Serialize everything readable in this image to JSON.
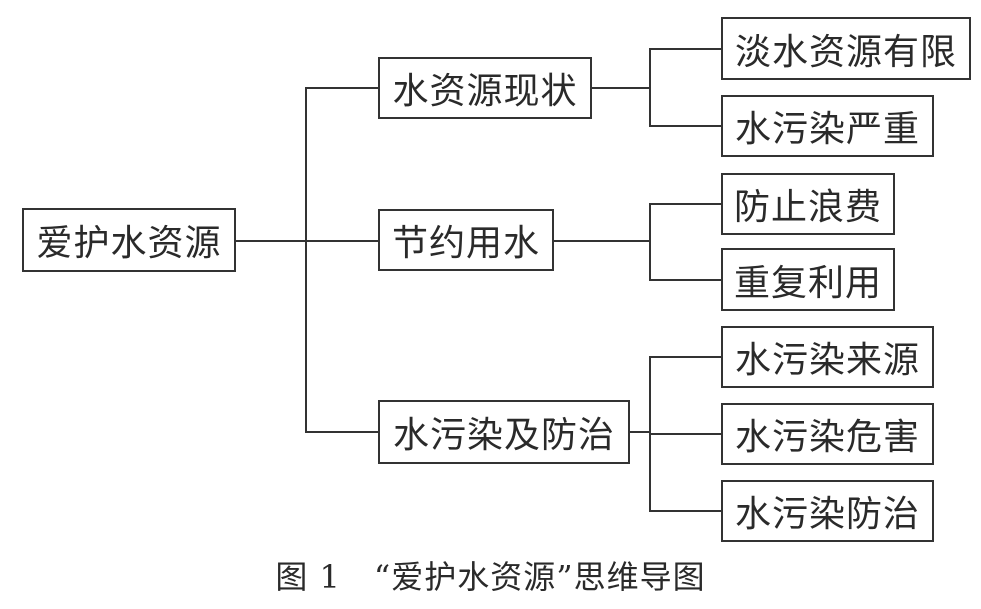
{
  "root": "爱护水资源",
  "branches": [
    {
      "label": "水资源现状",
      "children": [
        "淡水资源有限",
        "水污染严重"
      ]
    },
    {
      "label": "节约用水",
      "children": [
        "防止浪费",
        "重复利用"
      ]
    },
    {
      "label": "水污染及防治",
      "children": [
        "水污染来源",
        "水污染危害",
        "水污染防治"
      ]
    }
  ],
  "caption": "图 1　“爱护水资源”思维导图"
}
